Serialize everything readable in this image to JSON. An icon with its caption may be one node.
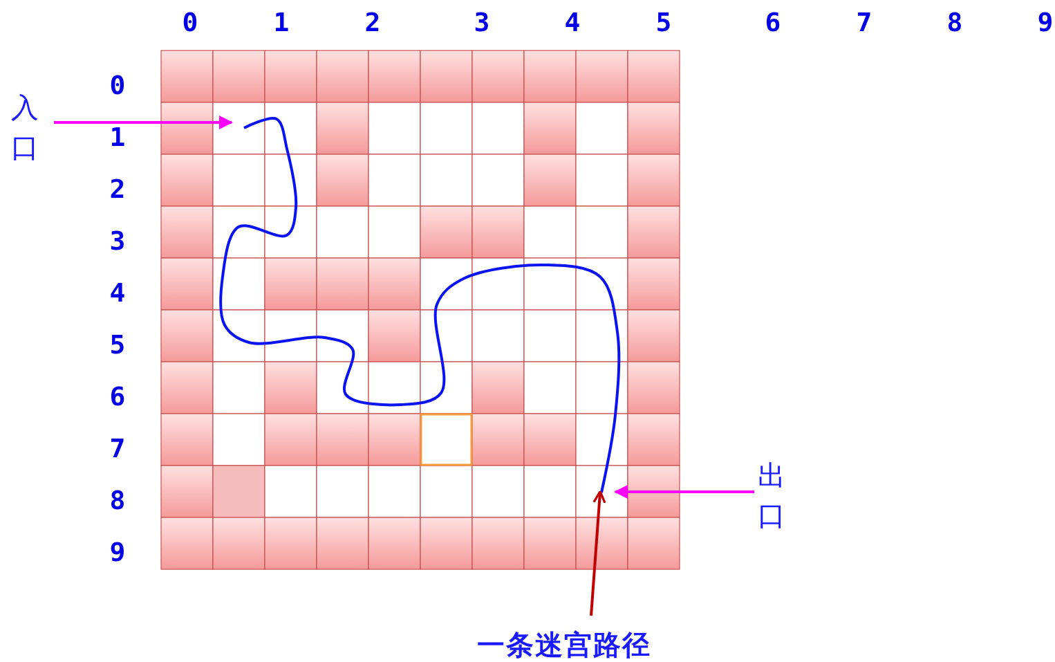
{
  "diagram": {
    "nodes": [
      {
        "text": [
          "入口"
        ]
      },
      {
        "text": [
          "出口"
        ]
      },
      {
        "text": [
          "一条迷宫路径"
        ]
      }
    ],
    "edges": [
      {
        "from": 0,
        "to": null,
        "arrow": "to"
      },
      {
        "from": 1,
        "to": null,
        "arrow": "to"
      },
      {
        "from": 2,
        "to": null,
        "arrow": "to",
        "color": "#c00000"
      }
    ],
    "labels": [
      "0",
      "1",
      "2",
      "3",
      "4",
      "5",
      "6",
      "7",
      "8",
      "9",
      "0",
      "1",
      "2",
      "3",
      "4",
      "5",
      "6",
      "7",
      "8",
      "9"
    ]
  }
}
